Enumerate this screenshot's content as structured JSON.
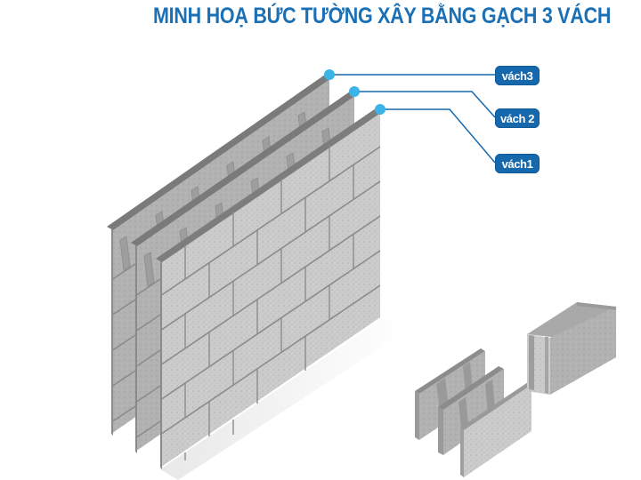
{
  "title": "MINH HOẠ BỨC TƯỜNG XÂY BẰNG GẠCH 3 VÁCH",
  "labels": [
    {
      "text": "vách3",
      "layer": "back-wall"
    },
    {
      "text": "vách 2",
      "layer": "middle-wall"
    },
    {
      "text": "vách1",
      "layer": "front-wall"
    }
  ],
  "colors": {
    "accent": "#1668ad",
    "title": "#1a6fb5",
    "marker": "#3bb4e8",
    "brick_face": "#c9c9c9",
    "mortar": "#8a8a8a",
    "wall_top": "#7d7d7d"
  },
  "illustration": {
    "walls": [
      "back-wall (vách 3)",
      "middle-wall (vách 2)",
      "front-wall (vách 1)"
    ],
    "detail": "exploded 3-layer brick block and assembled block"
  }
}
